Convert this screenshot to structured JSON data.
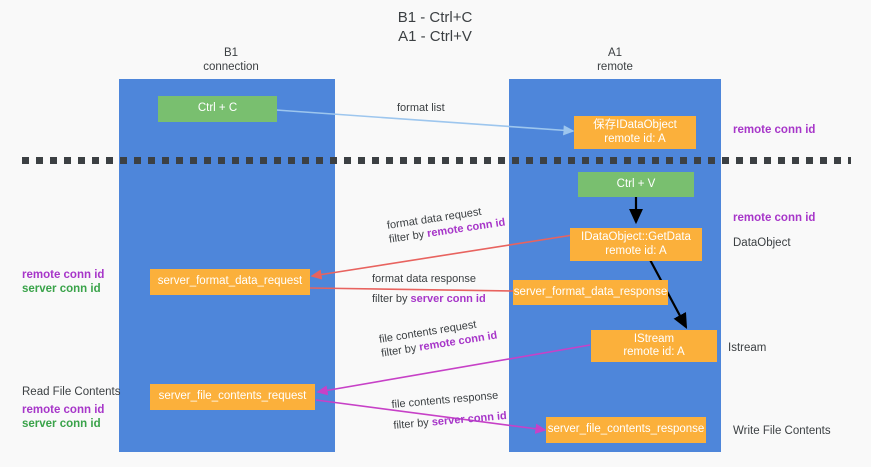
{
  "title": "B1 - Ctrl+C\nA1 - Ctrl+V",
  "colors": {
    "column": "#4e86da",
    "node_orange": "#fbb03b",
    "node_green": "#79bf6f",
    "remote_conn_id": "#a736c9",
    "server_conn_id": "#3aa34a",
    "arrow_blue": "#9dc6ee",
    "arrow_red": "#e8635f",
    "arrow_magenta": "#c741c7",
    "arrow_black": "#000000",
    "background": "#f9f9f9"
  },
  "columns": [
    {
      "id": "b1",
      "title": "B1\nconnection"
    },
    {
      "id": "a1",
      "title": "A1\nremote"
    }
  ],
  "nodes": {
    "ctrl_c": "Ctrl + C",
    "ctrl_v": "Ctrl + V",
    "idataobject": "保存IDataObject\nremote id: A",
    "getdata": "IDataObject::GetData\nremote id: A",
    "istream": "IStream\nremote id: A",
    "server_format_data_request": "server_format_data_request",
    "server_format_data_response": "server_format_data_response",
    "server_file_contents_request": "server_file_contents_request",
    "server_file_contents_response": "server_file_contents_response"
  },
  "edge_labels": {
    "format_list": "format list",
    "format_data_request": "format data request",
    "format_data_request_filter_prefix": "filter by ",
    "format_data_request_filter_value": "remote conn id",
    "format_data_response": "format data response",
    "format_data_response_filter_prefix": "filter by ",
    "format_data_response_filter_value": "server conn id",
    "file_contents_request": "file contents request",
    "file_contents_request_filter_prefix": "filter by ",
    "file_contents_request_filter_value": "remote conn id",
    "file_contents_response": "file contents response",
    "file_contents_response_filter_prefix": "filter by ",
    "file_contents_response_filter_value": "server conn id"
  },
  "side_labels": {
    "right_remote_conn_id_top": "remote conn id",
    "right_remote_conn_id_mid": "remote conn id",
    "right_dataobject": "DataObject",
    "right_istream": "Istream",
    "right_write_file_contents": "Write File Contents",
    "left_remote_conn_id": "remote conn id",
    "left_server_conn_id": "server conn id",
    "left_read_file_contents": "Read File Contents",
    "left_remote_conn_id_2": "remote conn id",
    "left_server_conn_id_2": "server conn id"
  }
}
